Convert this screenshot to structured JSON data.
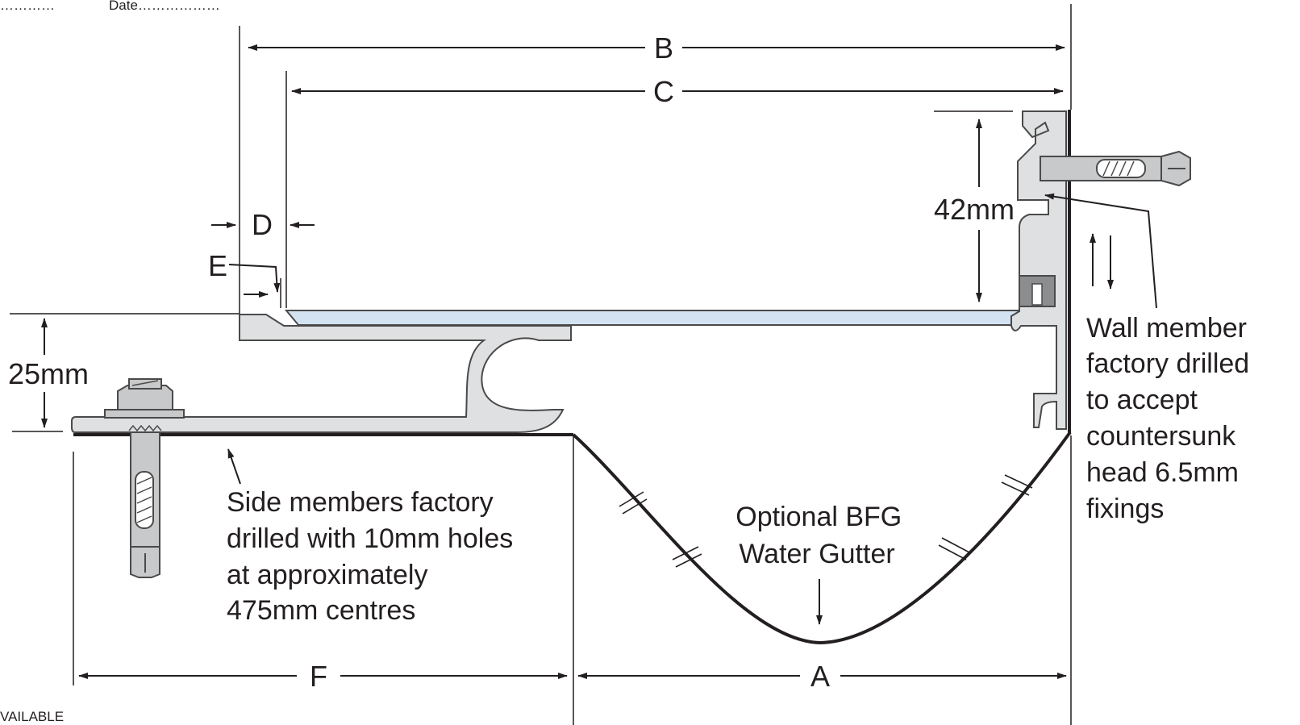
{
  "header": {
    "left_dots": "…………",
    "date_label": "Date………………"
  },
  "footer": {
    "corner_text": "VAILABLE"
  },
  "dimensions": {
    "A": "A",
    "B": "B",
    "C": "C",
    "D": "D",
    "E": "E",
    "F": "F",
    "height_42": "42mm",
    "height_25": "25mm"
  },
  "notes": {
    "side_members": [
      "Side members factory",
      "drilled with 10mm holes",
      "at approximately",
      "475mm centres"
    ],
    "gutter": [
      "Optional BFG",
      "Water Gutter"
    ],
    "wall_member": [
      "Wall member",
      "factory drilled",
      "to accept",
      "countersunk",
      "head 6.5mm",
      "fixings"
    ]
  },
  "colors": {
    "line": "#231f20",
    "aluminium": "#dfe0e1",
    "glass": "#d3e3f2",
    "steel": "#c8c9ca"
  }
}
